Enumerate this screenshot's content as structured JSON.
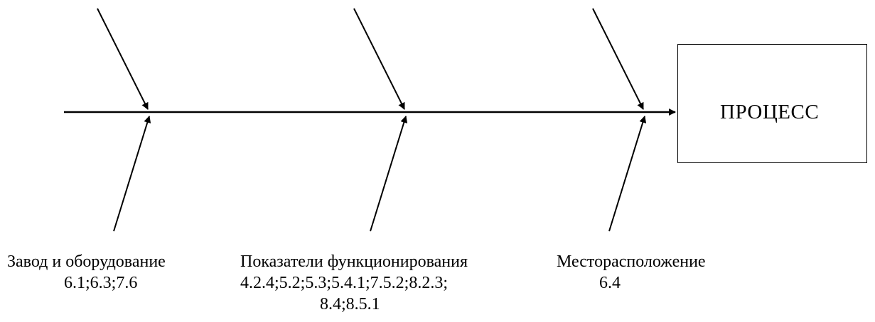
{
  "effect": {
    "label": "ПРОЦЕСС"
  },
  "causes": [
    {
      "name": "Завод и оборудование",
      "codes": [
        "6.1;6.3;7.6"
      ]
    },
    {
      "name": "Показатели функционирования",
      "codes": [
        "4.2.4;5.2;5.3;5.4.1;7.5.2;8.2.3;",
        "8.4;8.5.1"
      ]
    },
    {
      "name": "Месторасположение",
      "codes": [
        "6.4"
      ]
    }
  ],
  "colors": {
    "line": "#000000",
    "background": "#ffffff"
  }
}
